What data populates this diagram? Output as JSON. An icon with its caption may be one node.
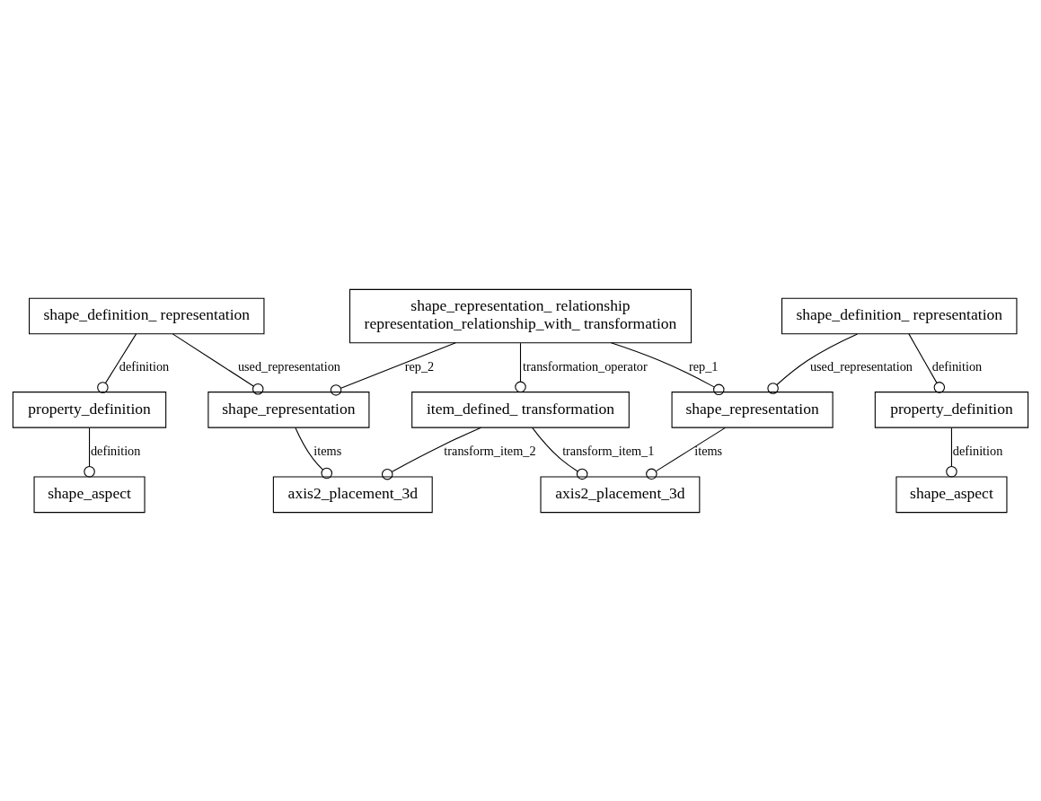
{
  "diagram": {
    "nodes": [
      {
        "text": [
          "shape_aspect"
        ]
      },
      {
        "text": [
          "property_definition"
        ]
      },
      {
        "text": [
          "shape_definition_ representation"
        ]
      },
      {
        "text": [
          "shape_representation"
        ]
      },
      {
        "text": [
          "shape_aspect"
        ]
      },
      {
        "text": [
          "property_definition"
        ]
      },
      {
        "text": [
          "shape_definition_ representation"
        ]
      },
      {
        "text": [
          "shape_representation"
        ]
      },
      {
        "text": [
          "shape_representation_ relationship",
          "representation_relationship_with_ transformation"
        ]
      },
      {
        "text": [
          "axis2_placement_3d"
        ]
      },
      {
        "text": [
          "axis2_placement_3d"
        ]
      },
      {
        "text": [
          "item_defined_ transformation"
        ]
      }
    ],
    "edges": [
      {
        "from": 1,
        "to": 0,
        "arrow": "other",
        "label": "definition"
      },
      {
        "from": 2,
        "to": 1,
        "arrow": "other",
        "label": "definition"
      },
      {
        "from": 2,
        "to": 3,
        "arrow": "other",
        "label": "used_representation"
      },
      {
        "from": 3,
        "to": 9,
        "arrow": "other",
        "label": "items"
      },
      {
        "from": 8,
        "to": 3,
        "arrow": "other",
        "label": "rep_2"
      },
      {
        "from": 5,
        "to": 4,
        "arrow": "other",
        "label": "definition"
      },
      {
        "from": 6,
        "to": 5,
        "arrow": "other",
        "label": "definition"
      },
      {
        "from": 6,
        "to": 7,
        "arrow": "other",
        "label": "used_representation"
      },
      {
        "from": 8,
        "to": 7,
        "arrow": "other",
        "label": "rep_1"
      },
      {
        "from": 7,
        "to": 10,
        "arrow": "other",
        "label": "items"
      },
      {
        "from": 8,
        "to": 11,
        "arrow": "other",
        "label": "transformation_operator"
      },
      {
        "from": 11,
        "to": 9,
        "arrow": "other",
        "label": "transform_item_2"
      },
      {
        "from": 11,
        "to": 10,
        "arrow": "other",
        "label": "transform_item_1"
      }
    ]
  }
}
